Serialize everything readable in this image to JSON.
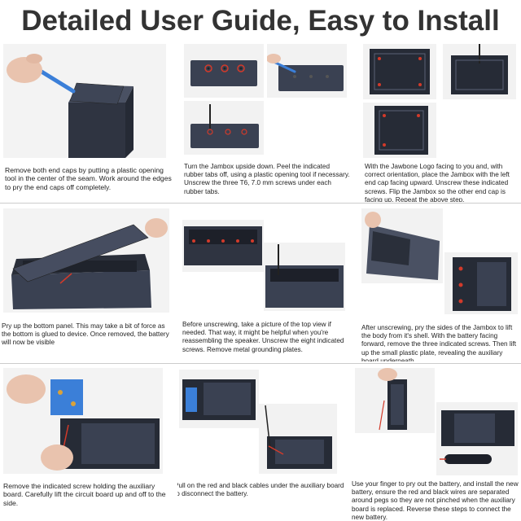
{
  "title": "Detailed User Guide,  Easy to Install",
  "colors": {
    "title": "#333333",
    "device": "#3a4152",
    "background": "#ffffff",
    "cable_red": "#d23a2a",
    "board_blue": "#3b7fd8"
  },
  "steps": [
    {
      "caption": "Remove both end caps by putting a plastic opening tool in the center of the seam. Work around the edges to pry the end caps off completely."
    },
    {
      "caption": "Turn the Jambox upside down. Peel the indicated rubber tabs off, using a plastic opening tool if necessary. Unscrew the three T6, 7.0 mm screws under each rubber tabs."
    },
    {
      "caption": "With the Jawbone Logo facing to you and, with correct orientation, place the Jambox with the left end cap facing upward. Unscrew these indicated screws. Flip the Jambox so the other end cap is facing up. Repeat the above step."
    },
    {
      "caption": "Pry up the bottom panel. This may take a bit of force as the bottom is glued to device. Once removed, the battery will now be visible"
    },
    {
      "caption": "Before unscrewing, take a picture of the top view if needed. That way, it might be helpful when you're reassembling the speaker. Unscrew the eight indicated screws. Remove metal grounding plates."
    },
    {
      "caption": "After unscrewing, pry the sides of the Jambox to lift the body from it's shell. With the battery facing forward, remove the three indicated screws. Then lift up the small plastic plate, revealing the auxiliary board underneath."
    },
    {
      "caption": "Remove the indicated screw holding the auxiliary board. Carefully lift the circuit board up and off to the side."
    },
    {
      "caption": "Pull on the red and black cables under the auxiliary board to disconnect the battery."
    },
    {
      "caption": "Use your finger to pry out the battery, and install the new battery, ensure the red and black wires are separated around pegs so they are not pinched when the auxiliary board is replaced. Reverse these steps to connect the new battery."
    }
  ]
}
